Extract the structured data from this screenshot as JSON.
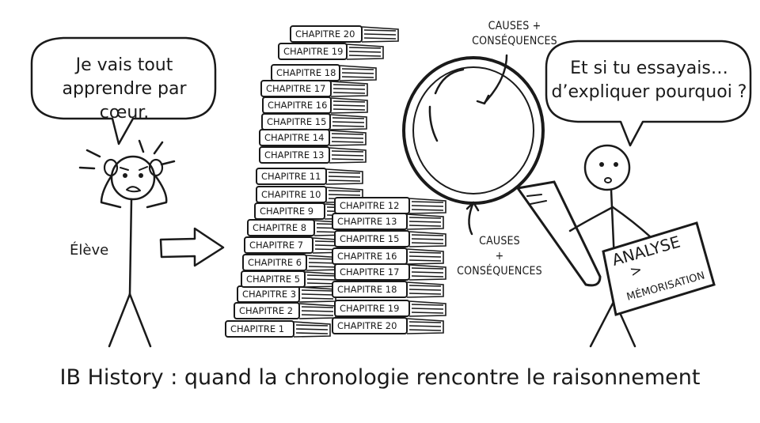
{
  "bubbles": {
    "student": [
      "Je vais tout",
      "apprendre par cœur."
    ],
    "teacher": [
      "Et si tu essayais…",
      "d’expliquer pourquoi ?"
    ]
  },
  "labels": {
    "student_name": "Élève"
  },
  "notes": {
    "magnifier_top": [
      "CAUSES +",
      "CONSÉQUENCES"
    ],
    "magnifier_side": [
      "CAUSES",
      "+",
      "CONSÉQUENCES"
    ]
  },
  "sign": {
    "top": "ANALYSE",
    "symbol": ">",
    "bottom": "MÉMORISATION"
  },
  "left_stack": [
    "CHAPITRE 1",
    "CHAPITRE 2",
    "CHAPITRE 3",
    "CHAPITRE 5",
    "CHAPITRE 6",
    "CHAPITRE 7",
    "CHAPITRE 8",
    "CHAPITRE 9",
    "CHAPITRE 10",
    "CHAPITRE 11",
    "CHAPITRE 13",
    "CHAPITRE 14",
    "CHAPITRE 15",
    "CHAPITRE 16",
    "CHAPITRE 17",
    "CHAPITRE 18",
    "CHAPITRE 19",
    "CHAPITRE 20"
  ],
  "right_stack": [
    "CHAPITRE 20",
    "CHAPITRE 19",
    "CHAPITRE 18",
    "CHAPITRE 17",
    "CHAPITRE 16",
    "CHAPITRE 15",
    "CHAPITRE 13",
    "CHAPITRE 12"
  ],
  "caption": "IB History : quand la chronologie rencontre le raisonnement"
}
